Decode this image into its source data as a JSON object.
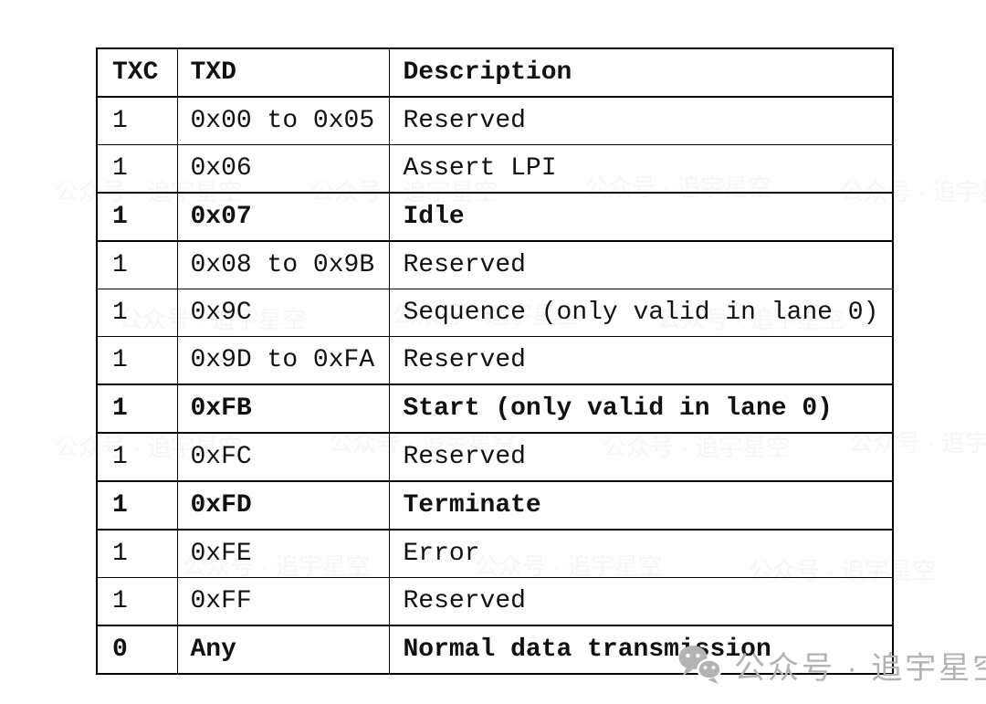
{
  "table": {
    "headers": [
      "TXC",
      "TXD",
      "Description"
    ],
    "rows": [
      {
        "txc": "1",
        "txd": "0x00 to 0x05",
        "desc": "Reserved",
        "bold": false
      },
      {
        "txc": "1",
        "txd": "0x06",
        "desc": "Assert LPI",
        "bold": false
      },
      {
        "txc": "1",
        "txd": "0x07",
        "desc": "Idle",
        "bold": true
      },
      {
        "txc": "1",
        "txd": "0x08 to 0x9B",
        "desc": "Reserved",
        "bold": false
      },
      {
        "txc": "1",
        "txd": "0x9C",
        "desc": "Sequence (only valid in lane 0)",
        "bold": false
      },
      {
        "txc": "1",
        "txd": "0x9D to 0xFA",
        "desc": "Reserved",
        "bold": false
      },
      {
        "txc": "1",
        "txd": "0xFB",
        "desc": "Start (only valid in lane 0)",
        "bold": true
      },
      {
        "txc": "1",
        "txd": "0xFC",
        "desc": "Reserved",
        "bold": false
      },
      {
        "txc": "1",
        "txd": "0xFD",
        "desc": "Terminate",
        "bold": true
      },
      {
        "txc": "1",
        "txd": "0xFE",
        "desc": "Error",
        "bold": false
      },
      {
        "txc": "1",
        "txd": "0xFF",
        "desc": "Reserved",
        "bold": false
      },
      {
        "txc": "0",
        "txd": "Any",
        "desc": "Normal data transmission",
        "bold": true
      }
    ]
  },
  "watermark": {
    "icon": "wechat-icon",
    "text": "公众号 · 追宇星空",
    "color": "#b3b3b3"
  },
  "colors": {
    "background": "#ffffff",
    "border": "#000000",
    "text": "#111111",
    "watermark": "#b3b3b3"
  }
}
